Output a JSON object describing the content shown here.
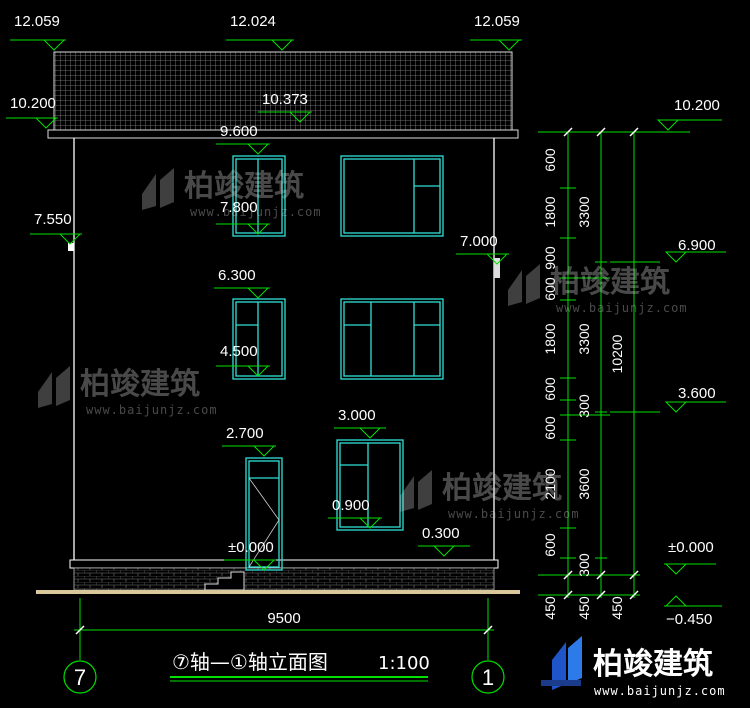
{
  "drawing": {
    "title": "⑦轴—①轴立面图",
    "scale": "1:100",
    "axis_left": "7",
    "axis_right": "1",
    "total_width_dim": "9500"
  },
  "elevations": {
    "ridge_left": "12.059",
    "ridge_mid": "12.024",
    "ridge_right": "12.059",
    "eave_left": "10.200",
    "eave_mid": "10.373",
    "eave_right": "10.200",
    "win3_top": "9.600",
    "win3_bottom": "7.800",
    "left_mark": "7.550",
    "right_mark": "7.000",
    "floor3": "6.900",
    "win2_top": "6.300",
    "win2_bottom": "4.500",
    "floor2": "3.600",
    "door_top": "2.700",
    "win1_top": "3.000",
    "win1_bottom": "0.900",
    "ground_mark": "0.300",
    "zero_left": "±0.000",
    "zero_right": "±0.000",
    "outdoor": "−0.450"
  },
  "vertical_dims": {
    "col1": [
      "600",
      "1800",
      "900",
      "600",
      "1800",
      "600",
      "600",
      "2100",
      "600",
      "450"
    ],
    "col2": [
      "3300",
      "3300",
      "300",
      "3600",
      "300",
      "450"
    ],
    "col3": [
      "10200",
      "450"
    ]
  },
  "watermark": {
    "brand": "柏竣建筑",
    "url": "www.baijunjz.com"
  },
  "colors": {
    "background": "#000000",
    "building_outline": "#ffffff",
    "window_frame": "#2fe0d6",
    "dimension_green": "#00e000",
    "roof": "#b0b0b0",
    "ground": "#d7c79a"
  }
}
